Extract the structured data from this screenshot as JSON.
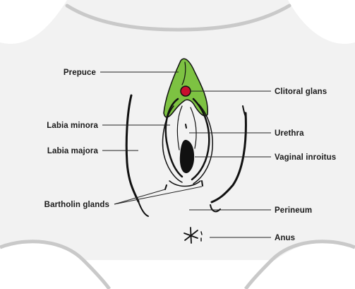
{
  "diagram": {
    "labels": {
      "prepuce": "Prepuce",
      "clitoral_glans": "Clitoral glans",
      "labia_minora": "Labia minora",
      "urethra": "Urethra",
      "labia_majora": "Labia majora",
      "vaginal_introitus": "Vaginal inroitus",
      "bartholin_glands": "Bartholin glands",
      "perineum": "Perineum",
      "anus": "Anus"
    },
    "colors": {
      "background": "#ffffff",
      "body_fill": "#f2f2f2",
      "body_outline": "#c9c9c9",
      "prepuce_green": "#7dc242",
      "clitoral_red": "#c8102e",
      "ink": "#111111"
    }
  }
}
